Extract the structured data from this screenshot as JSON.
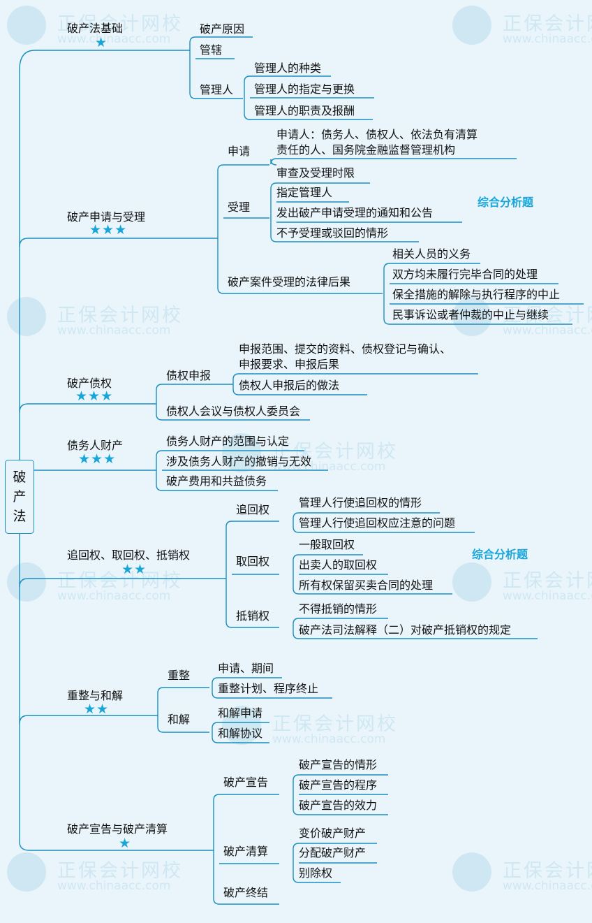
{
  "root": "破\n产\n法",
  "watermark": {
    "cn": "正保会计网校",
    "url": "www.chinaacc.com"
  },
  "accent_color": "#1aa5d8",
  "line_color": "#1a8fbe",
  "tag_label": "综合分析题",
  "sections": [
    {
      "title": "破产法基础",
      "stars": "★",
      "children": [
        {
          "label": "破产原因"
        },
        {
          "label": "管辖"
        },
        {
          "label": "管理人",
          "children": [
            "管理人的种类",
            "管理人的指定与更换",
            "管理人的职责及报酬"
          ]
        }
      ]
    },
    {
      "title": "破产申请与受理",
      "stars": "★★★",
      "children": [
        {
          "label": "申请",
          "children": [
            "申请人：债务人、债权人、依法负有清算",
            "责任的人、国务院金融监督管理机构"
          ]
        },
        {
          "label": "受理",
          "children": [
            "审查及受理时限",
            "指定管理人",
            "发出破产申请受理的通知和公告",
            "不予受理或驳回的情形"
          ]
        },
        {
          "label": "破产案件受理的法律后果",
          "children": [
            "相关人员的义务",
            "双方均未履行完毕合同的处理",
            "保全措施的解除与执行程序的中止",
            "民事诉讼或者仲裁的中止与继续"
          ]
        }
      ]
    },
    {
      "title": "破产债权",
      "stars": "★★★",
      "children": [
        {
          "label": "债权申报",
          "children": [
            "申报范围、提交的资料、债权登记与确认、",
            "申报要求、申报后果",
            "债权人申报后的做法"
          ]
        },
        {
          "label": "债权人会议与债权人委员会"
        }
      ]
    },
    {
      "title": "债务人财产",
      "stars": "★★★",
      "children": [
        {
          "label": "债务人财产的范围与认定"
        },
        {
          "label": "涉及债务人财产的撤销与无效"
        },
        {
          "label": "破产费用和共益债务"
        }
      ]
    },
    {
      "title": "追回权、取回权、抵销权",
      "stars": "★★",
      "children": [
        {
          "label": "追回权",
          "children": [
            "管理人行使追回权的情形",
            "管理人行使追回权应注意的问题"
          ]
        },
        {
          "label": "取回权",
          "children": [
            "一般取回权",
            "出卖人的取回权",
            "所有权保留买卖合同的处理"
          ]
        },
        {
          "label": "抵销权",
          "children": [
            "不得抵销的情形",
            "破产法司法解释（二）对破产抵销权的规定"
          ]
        }
      ]
    },
    {
      "title": "重整与和解",
      "stars": "★★",
      "children": [
        {
          "label": "重整",
          "children": [
            "申请、期间",
            "重整计划、程序终止"
          ]
        },
        {
          "label": "和解",
          "children": [
            "和解申请",
            "和解协议"
          ]
        }
      ]
    },
    {
      "title": "破产宣告与破产清算",
      "stars": "★",
      "children": [
        {
          "label": "破产宣告",
          "children": [
            "破产宣告的情形",
            "破产宣告的程序",
            "破产宣告的效力"
          ]
        },
        {
          "label": "破产清算",
          "children": [
            "变价破产财产",
            "分配破产财产",
            "别除权"
          ]
        },
        {
          "label": "破产终结"
        }
      ]
    }
  ]
}
